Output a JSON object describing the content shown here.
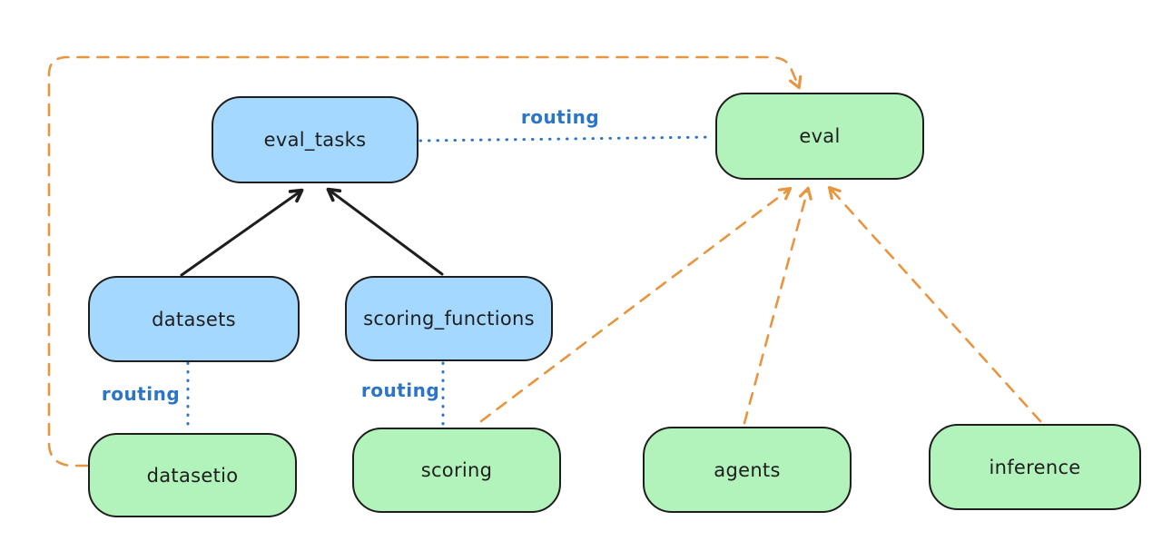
{
  "palette": {
    "background": "#ffffff",
    "stroke": "#1e1e1e",
    "blue_fill": "#a5d8ff",
    "green_fill": "#b2f2bb",
    "routing_blue": "#2b74c8",
    "orange": "#e8953f"
  },
  "nodes": {
    "eval_tasks": {
      "label": "eval_tasks",
      "fill": "#a5d8ff"
    },
    "datasets": {
      "label": "datasets",
      "fill": "#a5d8ff"
    },
    "scoring_functions": {
      "label": "scoring_functions",
      "fill": "#a5d8ff"
    },
    "eval": {
      "label": "eval",
      "fill": "#b2f2bb"
    },
    "datasetio": {
      "label": "datasetio",
      "fill": "#b2f2bb"
    },
    "scoring": {
      "label": "scoring",
      "fill": "#b2f2bb"
    },
    "agents": {
      "label": "agents",
      "fill": "#b2f2bb"
    },
    "inference": {
      "label": "inference",
      "fill": "#b2f2bb"
    }
  },
  "edges": [
    {
      "from": "datasets",
      "to": "eval_tasks",
      "style": "solid-black-arrow",
      "label": ""
    },
    {
      "from": "scoring_functions",
      "to": "eval_tasks",
      "style": "solid-black-arrow",
      "label": ""
    },
    {
      "from": "eval_tasks",
      "to": "eval",
      "style": "dotted-blue",
      "label": "routing"
    },
    {
      "from": "datasets",
      "to": "datasetio",
      "style": "dotted-blue",
      "label": "routing"
    },
    {
      "from": "scoring_functions",
      "to": "scoring",
      "style": "dotted-blue",
      "label": "routing"
    },
    {
      "from": "datasetio",
      "to": "eval",
      "style": "dashed-orange-arrow",
      "label": "",
      "route": "around-left-top"
    },
    {
      "from": "scoring",
      "to": "eval",
      "style": "dashed-orange-arrow",
      "label": ""
    },
    {
      "from": "agents",
      "to": "eval",
      "style": "dashed-orange-arrow",
      "label": ""
    },
    {
      "from": "inference",
      "to": "eval",
      "style": "dashed-orange-arrow",
      "label": ""
    }
  ]
}
